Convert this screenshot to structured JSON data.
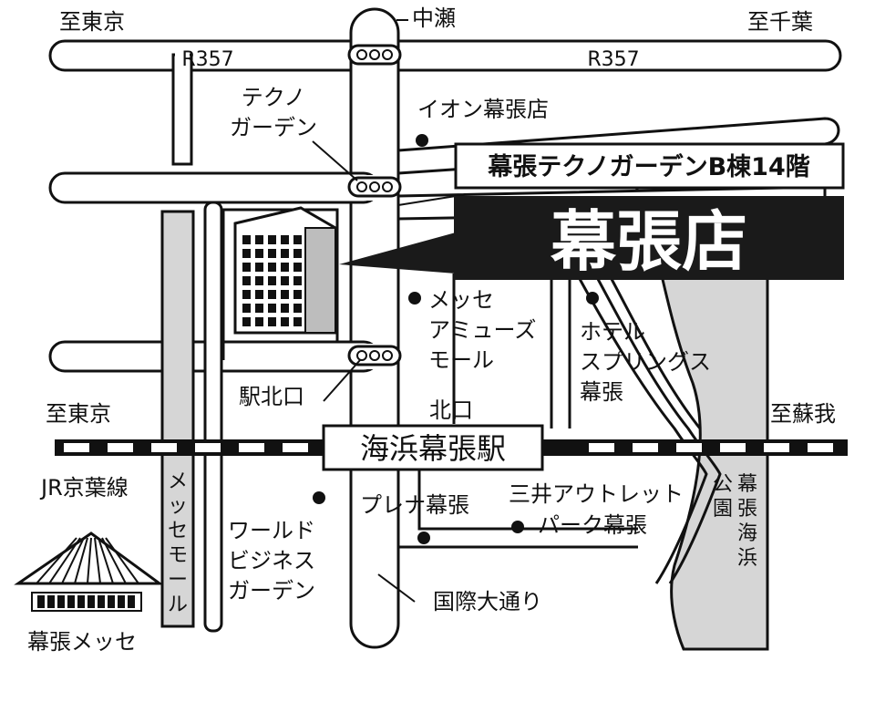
{
  "map": {
    "directions": {
      "tokyo_top": "至東京",
      "nakase": "中瀬",
      "chiba": "至千葉",
      "tokyo_left": "至東京",
      "soga": "至蘇我"
    },
    "roads": {
      "r357_left": "R357",
      "r357_right": "R357",
      "kokusai_odori": "国際大通り"
    },
    "rail": {
      "station": "海浜幕張駅",
      "north_exit": "北口",
      "line": "JR京葉線",
      "messe_mall_line": [
        "メ",
        "ッ",
        "セ",
        "モ",
        "ー",
        "ル"
      ]
    },
    "store": {
      "floor_label": "幕張テクノガーデンB棟14階",
      "name": "幕張店"
    },
    "landmarks": {
      "techno_garden": [
        "テクノ",
        "ガーデン"
      ],
      "aeon": "イオン幕張店",
      "messe_amuse": [
        "メッセ",
        "アミューズ",
        "モール"
      ],
      "hotel": [
        "ホテル",
        "スプリングス",
        "幕張"
      ],
      "eki_kitaguchi": "駅北口",
      "plena": "プレナ幕張",
      "mitsui_outlet": [
        "三井アウトレット",
        "パーク幕張"
      ],
      "world_business": [
        "ワールド",
        "ビジネス",
        "ガーデン"
      ],
      "park": [
        "公",
        "園"
      ],
      "makuhari_kaihin": [
        "幕",
        "張",
        "海",
        "浜"
      ],
      "makuhari_messe": "幕張メッセ"
    },
    "colors": {
      "ink": "#111111",
      "gray_fill": "#d6d6d6",
      "store_fill": "#1a1a1a",
      "store_text": "#ffffff"
    }
  }
}
